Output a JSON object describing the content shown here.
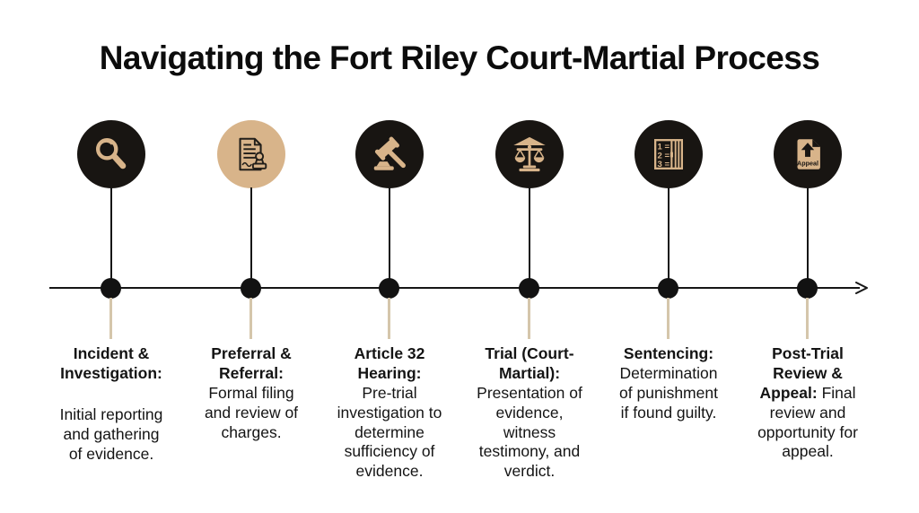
{
  "title": "Navigating the Fort Riley Court-Martial Process",
  "colors": {
    "background": "#ffffff",
    "dark_circle": "#181512",
    "accent_tan": "#d8b48a",
    "connector_tan": "#d5c6ab",
    "timeline_black": "#161616",
    "text_black": "#141414"
  },
  "timeline": {
    "direction": "left-to-right",
    "stage_count": 6
  },
  "stages": [
    {
      "name": "incident-investigation",
      "icon": "magnifying-glass-icon",
      "title": "Incident & Investigation:",
      "body": "Initial reporting and gathering of evidence."
    },
    {
      "name": "preferral-referral",
      "icon": "document-stamp-icon",
      "title": "Preferral & Referral:",
      "body": "Formal filing and review of charges."
    },
    {
      "name": "article-32-hearing",
      "icon": "gavel-icon",
      "title": "Article 32 Hearing:",
      "body": "Pre-trial investigation to determine sufficiency of evidence."
    },
    {
      "name": "trial-court-martial",
      "icon": "scales-of-justice-icon",
      "title": "Trial (Court-Martial):",
      "body": "Presentation of evidence, witness testimony, and verdict."
    },
    {
      "name": "sentencing",
      "icon": "sentence-list-jail-icon",
      "title": "Sentencing:",
      "body": "Determination of punishment if found guilty."
    },
    {
      "name": "post-trial-review-appeal",
      "icon": "appeal-document-icon",
      "title": "Post-Trial Review & Appeal:",
      "body": "Final review and opportunity for appeal."
    }
  ],
  "icon_text": {
    "appeal_label": "Appeal",
    "sentencing_line1": "1 =",
    "sentencing_line2": "2 =",
    "sentencing_line3": "3 ="
  }
}
